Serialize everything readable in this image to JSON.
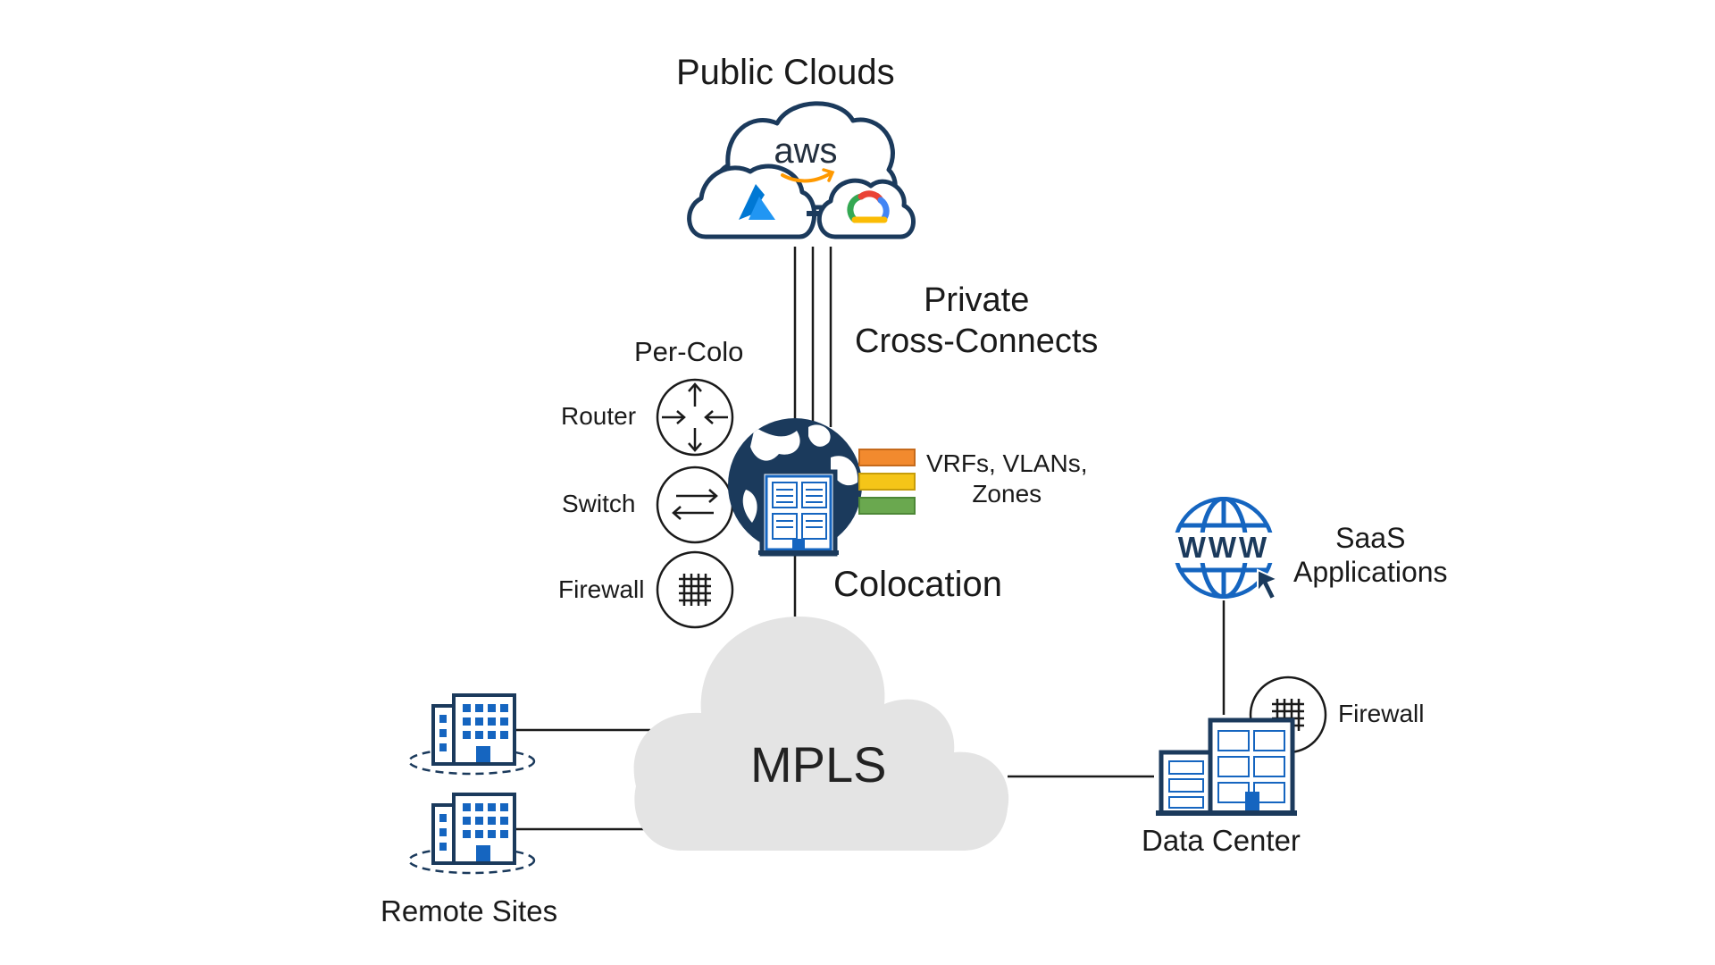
{
  "labels": {
    "public_clouds": "Public Clouds",
    "private_cross_connects_line1": "Private",
    "private_cross_connects_line2": "Cross-Connects",
    "per_colo": "Per-Colo",
    "router": "Router",
    "switch": "Switch",
    "firewall_colo": "Firewall",
    "vrfs_line1": "VRFs, VLANs,",
    "vrfs_line2": "Zones",
    "colocation": "Colocation",
    "saas_line1": "SaaS",
    "saas_line2": "Applications",
    "firewall_dc": "Firewall",
    "data_center": "Data Center",
    "mpls": "MPLS",
    "remote_sites": "Remote Sites",
    "aws": "aws",
    "www": "WWW"
  },
  "colors": {
    "navy": "#1b3a5c",
    "brand_blue": "#1565c0",
    "vrf_orange": "#f28a2e",
    "vrf_yellow": "#f5c518",
    "vrf_green": "#6aa84f",
    "mpls_cloud": "#e4e4e4",
    "aws_orange": "#ff9900",
    "azure_blue": "#0078d4"
  },
  "icons": [
    "public-clouds-icon",
    "aws-logo-icon",
    "azure-logo-icon",
    "google-cloud-logo-icon",
    "router-icon",
    "switch-icon",
    "firewall-icon",
    "globe-icon",
    "colocation-building-icon",
    "vrf-stack-icon",
    "www-globe-icon",
    "cursor-icon",
    "data-center-building-icon",
    "office-building-icon",
    "mpls-cloud-icon"
  ]
}
